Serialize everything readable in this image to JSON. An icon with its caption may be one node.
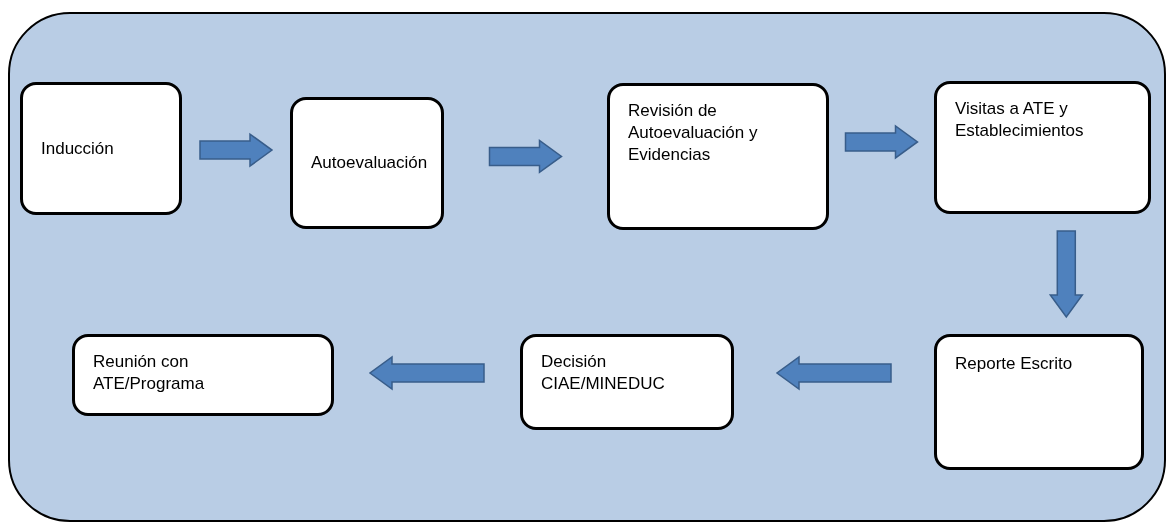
{
  "diagram": {
    "nodes": [
      {
        "text": [],
        "shape": "box"
      },
      {
        "text": [
          "Inducción"
        ],
        "in": 0
      },
      {
        "text": [
          "Autoevaluación"
        ],
        "in": 0
      },
      {
        "text": [
          "Revisión de Autoevaluación y Evidencias"
        ],
        "in": 0
      },
      {
        "text": [
          "Visitas a ATE y Establecimientos"
        ],
        "in": 0
      },
      {
        "text": [
          "Reporte Escrito"
        ],
        "in": 0
      },
      {
        "text": [
          "Decisión CIAE/MINEDUC"
        ],
        "in": 0
      },
      {
        "text": [
          "Reunión con ATE/Programa"
        ],
        "in": 0
      }
    ],
    "edges": [
      {
        "from": 1,
        "to": 2,
        "arrow": "to"
      },
      {
        "from": 2,
        "to": 3,
        "arrow": "to"
      },
      {
        "from": 3,
        "to": 4,
        "arrow": "to"
      },
      {
        "from": 4,
        "to": 5,
        "arrow": "to"
      },
      {
        "from": 5,
        "to": 6,
        "arrow": "to"
      },
      {
        "from": 6,
        "to": 7,
        "arrow": "to"
      }
    ]
  }
}
